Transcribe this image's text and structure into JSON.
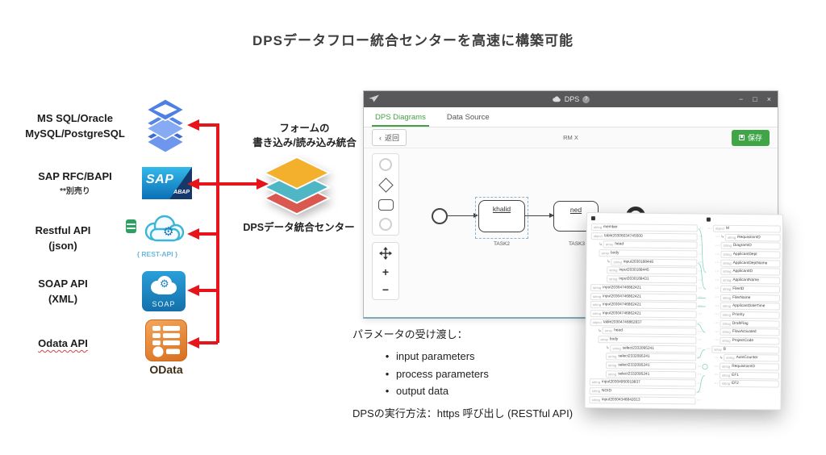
{
  "title": "DPSデータフロー統合センターを高速に構築可能",
  "colors": {
    "arrow_red": "#e8141b",
    "app_green": "#43a047",
    "link_teal": "#86d4c6",
    "sap_blue": "#0a6fb7",
    "soap_blue": "#1470ab",
    "odata_orange": "#d96f1f"
  },
  "sources": [
    {
      "line1": "MS SQL/Oracle",
      "line2": "MySQL/PostgreSQL",
      "icon": "database-stack-icon"
    },
    {
      "line1": "SAP RFC/BAPI",
      "line2": "**別売り",
      "icon": "sap-abap-icon",
      "sap_word": "SAP",
      "sap_sub": "ABAP"
    },
    {
      "line1": "Restful API",
      "line2": "(json)",
      "icon": "rest-api-cloud-icon",
      "caption": "{ REST-API }"
    },
    {
      "line1": "SOAP API",
      "line2": "(XML)",
      "icon": "soap-cloud-icon",
      "caption": "SOAP"
    },
    {
      "line1": "Odata API",
      "line2": "",
      "icon": "odata-icon",
      "caption": "OData"
    }
  ],
  "center": {
    "form_caption_line1": "フォームの",
    "form_caption_line2": "書き込み/読み込み統合",
    "hub_label": "DPSデータ統合センター"
  },
  "app_window": {
    "titlebar": {
      "app_title": "DPS",
      "help_char": "?",
      "controls": [
        "−",
        "□",
        "×"
      ]
    },
    "tabs": [
      {
        "label": "DPS Diagrams"
      },
      {
        "label": "Data Source"
      }
    ],
    "toolbar": {
      "back_chevron": "‹",
      "back": "返回",
      "doc_title": "RM X",
      "save": "保存"
    },
    "palette": {
      "zoom_in": "+",
      "zoom_out": "−"
    },
    "flow": {
      "task1": {
        "name": "khalid",
        "label": "TASK2"
      },
      "task2": {
        "name": "ned",
        "label": "TASK3"
      }
    }
  },
  "mapping_panel": {
    "dots": "⋯",
    "arrow_char": "↳",
    "left_rows": [
      {
        "type": "string",
        "name": "member",
        "indent": 0
      },
      {
        "type": "object",
        "name": "table20306034745500",
        "indent": 0
      },
      {
        "type": "array",
        "name": "head",
        "indent": 1,
        "arrow": true
      },
      {
        "type": "array",
        "name": "body",
        "indent": 1
      },
      {
        "type": "string",
        "name": "input2030188448",
        "indent": 2,
        "arrow": true
      },
      {
        "type": "string",
        "name": "input2030188445",
        "indent": 2
      },
      {
        "type": "string",
        "name": "input2030188431",
        "indent": 2
      },
      {
        "type": "string",
        "name": "input20304746862421",
        "indent": 0
      },
      {
        "type": "string",
        "name": "input20304746862421",
        "indent": 0
      },
      {
        "type": "string",
        "name": "input20304746862421",
        "indent": 0
      },
      {
        "type": "string",
        "name": "input20304746862421",
        "indent": 0
      },
      {
        "type": "object",
        "name": "table20304746862837",
        "indent": 0
      },
      {
        "type": "array",
        "name": "head",
        "indent": 1,
        "arrow": true
      },
      {
        "type": "array",
        "name": "body",
        "indent": 1
      },
      {
        "type": "string",
        "name": "select2332095241",
        "indent": 2,
        "arrow": true
      },
      {
        "type": "string",
        "name": "select2332095241",
        "indent": 2
      },
      {
        "type": "string",
        "name": "select2332095241",
        "indent": 2
      },
      {
        "type": "string",
        "name": "select2332095241",
        "indent": 2
      },
      {
        "type": "string",
        "name": "input20304950019837",
        "indent": 0
      },
      {
        "type": "string",
        "name": "NGID",
        "indent": 0
      },
      {
        "type": "string",
        "name": "input20304346842013",
        "indent": 0
      }
    ],
    "right_rows": [
      {
        "type": "object",
        "name": "M",
        "indent": 0
      },
      {
        "type": "string",
        "name": "RequisitionID",
        "indent": 1,
        "arrow": true
      },
      {
        "type": "string",
        "name": "DiagramID",
        "indent": 1
      },
      {
        "type": "string",
        "name": "ApplicantDept",
        "indent": 1
      },
      {
        "type": "string",
        "name": "ApplicantDeptName",
        "indent": 1
      },
      {
        "type": "string",
        "name": "ApplicantID",
        "indent": 1
      },
      {
        "type": "string",
        "name": "ApplicantName",
        "indent": 1
      },
      {
        "type": "string",
        "name": "FilerID",
        "indent": 1
      },
      {
        "type": "string",
        "name": "FilerName",
        "indent": 1
      },
      {
        "type": "string",
        "name": "ApplicantDateTime",
        "indent": 1
      },
      {
        "type": "string",
        "name": "Priority",
        "indent": 1
      },
      {
        "type": "string",
        "name": "DraftFlag",
        "indent": 1
      },
      {
        "type": "string",
        "name": "FlowActivated",
        "indent": 1
      },
      {
        "type": "string",
        "name": "ProjectCode",
        "indent": 1
      },
      {
        "type": "array",
        "name": "B",
        "indent": 0
      },
      {
        "type": "string",
        "name": "AutoCounter",
        "indent": 1,
        "arrow": true
      },
      {
        "type": "string",
        "name": "RequisitionID",
        "indent": 1
      },
      {
        "type": "string",
        "name": "EF1",
        "indent": 1
      },
      {
        "type": "string",
        "name": "EF2",
        "indent": 1
      }
    ]
  },
  "notes": {
    "heading": "パラメータの受け渡し：",
    "bullet_char": "•",
    "bullets": [
      "input parameters",
      "process parameters",
      "output data"
    ],
    "footer": "DPSの実行方法：https 呼び出し (RESTful API)"
  }
}
